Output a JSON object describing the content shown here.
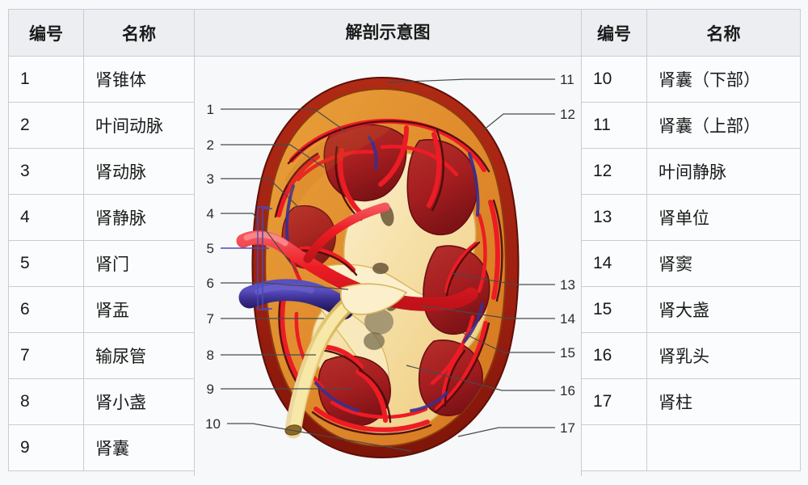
{
  "left_table": {
    "headers": [
      "编号",
      "名称"
    ],
    "rows": [
      {
        "num": "1",
        "name": "肾锥体",
        "link": false
      },
      {
        "num": "2",
        "name": "叶间动脉",
        "link": false
      },
      {
        "num": "3",
        "name": "肾动脉",
        "link": false
      },
      {
        "num": "4",
        "name": "肾静脉",
        "link": false
      },
      {
        "num": "5",
        "name": "肾门",
        "link": false
      },
      {
        "num": "6",
        "name": "肾盂",
        "link": true
      },
      {
        "num": "7",
        "name": "输尿管",
        "link": false
      },
      {
        "num": "8",
        "name": "肾小盏",
        "link": false
      },
      {
        "num": "9",
        "name": "肾囊",
        "link": false
      }
    ]
  },
  "right_table": {
    "headers": [
      "编号",
      "名称"
    ],
    "rows": [
      {
        "num": "10",
        "name": "肾囊（下部）",
        "link": false
      },
      {
        "num": "11",
        "name": "肾囊（上部）",
        "link": false
      },
      {
        "num": "12",
        "name": "叶间静脉",
        "link": false
      },
      {
        "num": "13",
        "name": "肾单位",
        "link": true
      },
      {
        "num": "14",
        "name": "肾窦",
        "link": false
      },
      {
        "num": "15",
        "name": "肾大盏",
        "link": false
      },
      {
        "num": "16",
        "name": "肾乳头",
        "link": false
      },
      {
        "num": "17",
        "name": "肾柱",
        "link": false
      },
      {
        "num": "",
        "name": "",
        "link": false
      }
    ]
  },
  "center_panel": {
    "header": "解剖示意图",
    "diagram_labels_left": [
      "1",
      "2",
      "3",
      "4",
      "5",
      "6",
      "7",
      "8",
      "9",
      "10"
    ],
    "diagram_labels_right": [
      "11",
      "12",
      "13",
      "14",
      "15",
      "16",
      "17"
    ]
  },
  "colors": {
    "link": "#2a5bd7",
    "header_bg": "#eceef1",
    "cell_bg": "#fbfcfd",
    "border": "#c9ccd2",
    "page_bg": "#f7f8fa",
    "capsule_dark_red": "#9c1f10",
    "cortex_orange": "#e08a2c",
    "medulla_red": "#a61e20",
    "sinus_cream": "#f6e0a8",
    "artery_red": "#ed1c24",
    "vein_indigo": "#3b2f8f",
    "ureter_yellow": "#f2dd8e",
    "bracket_blue": "#4a4ab8",
    "leader_line": "#4a4a4a"
  }
}
